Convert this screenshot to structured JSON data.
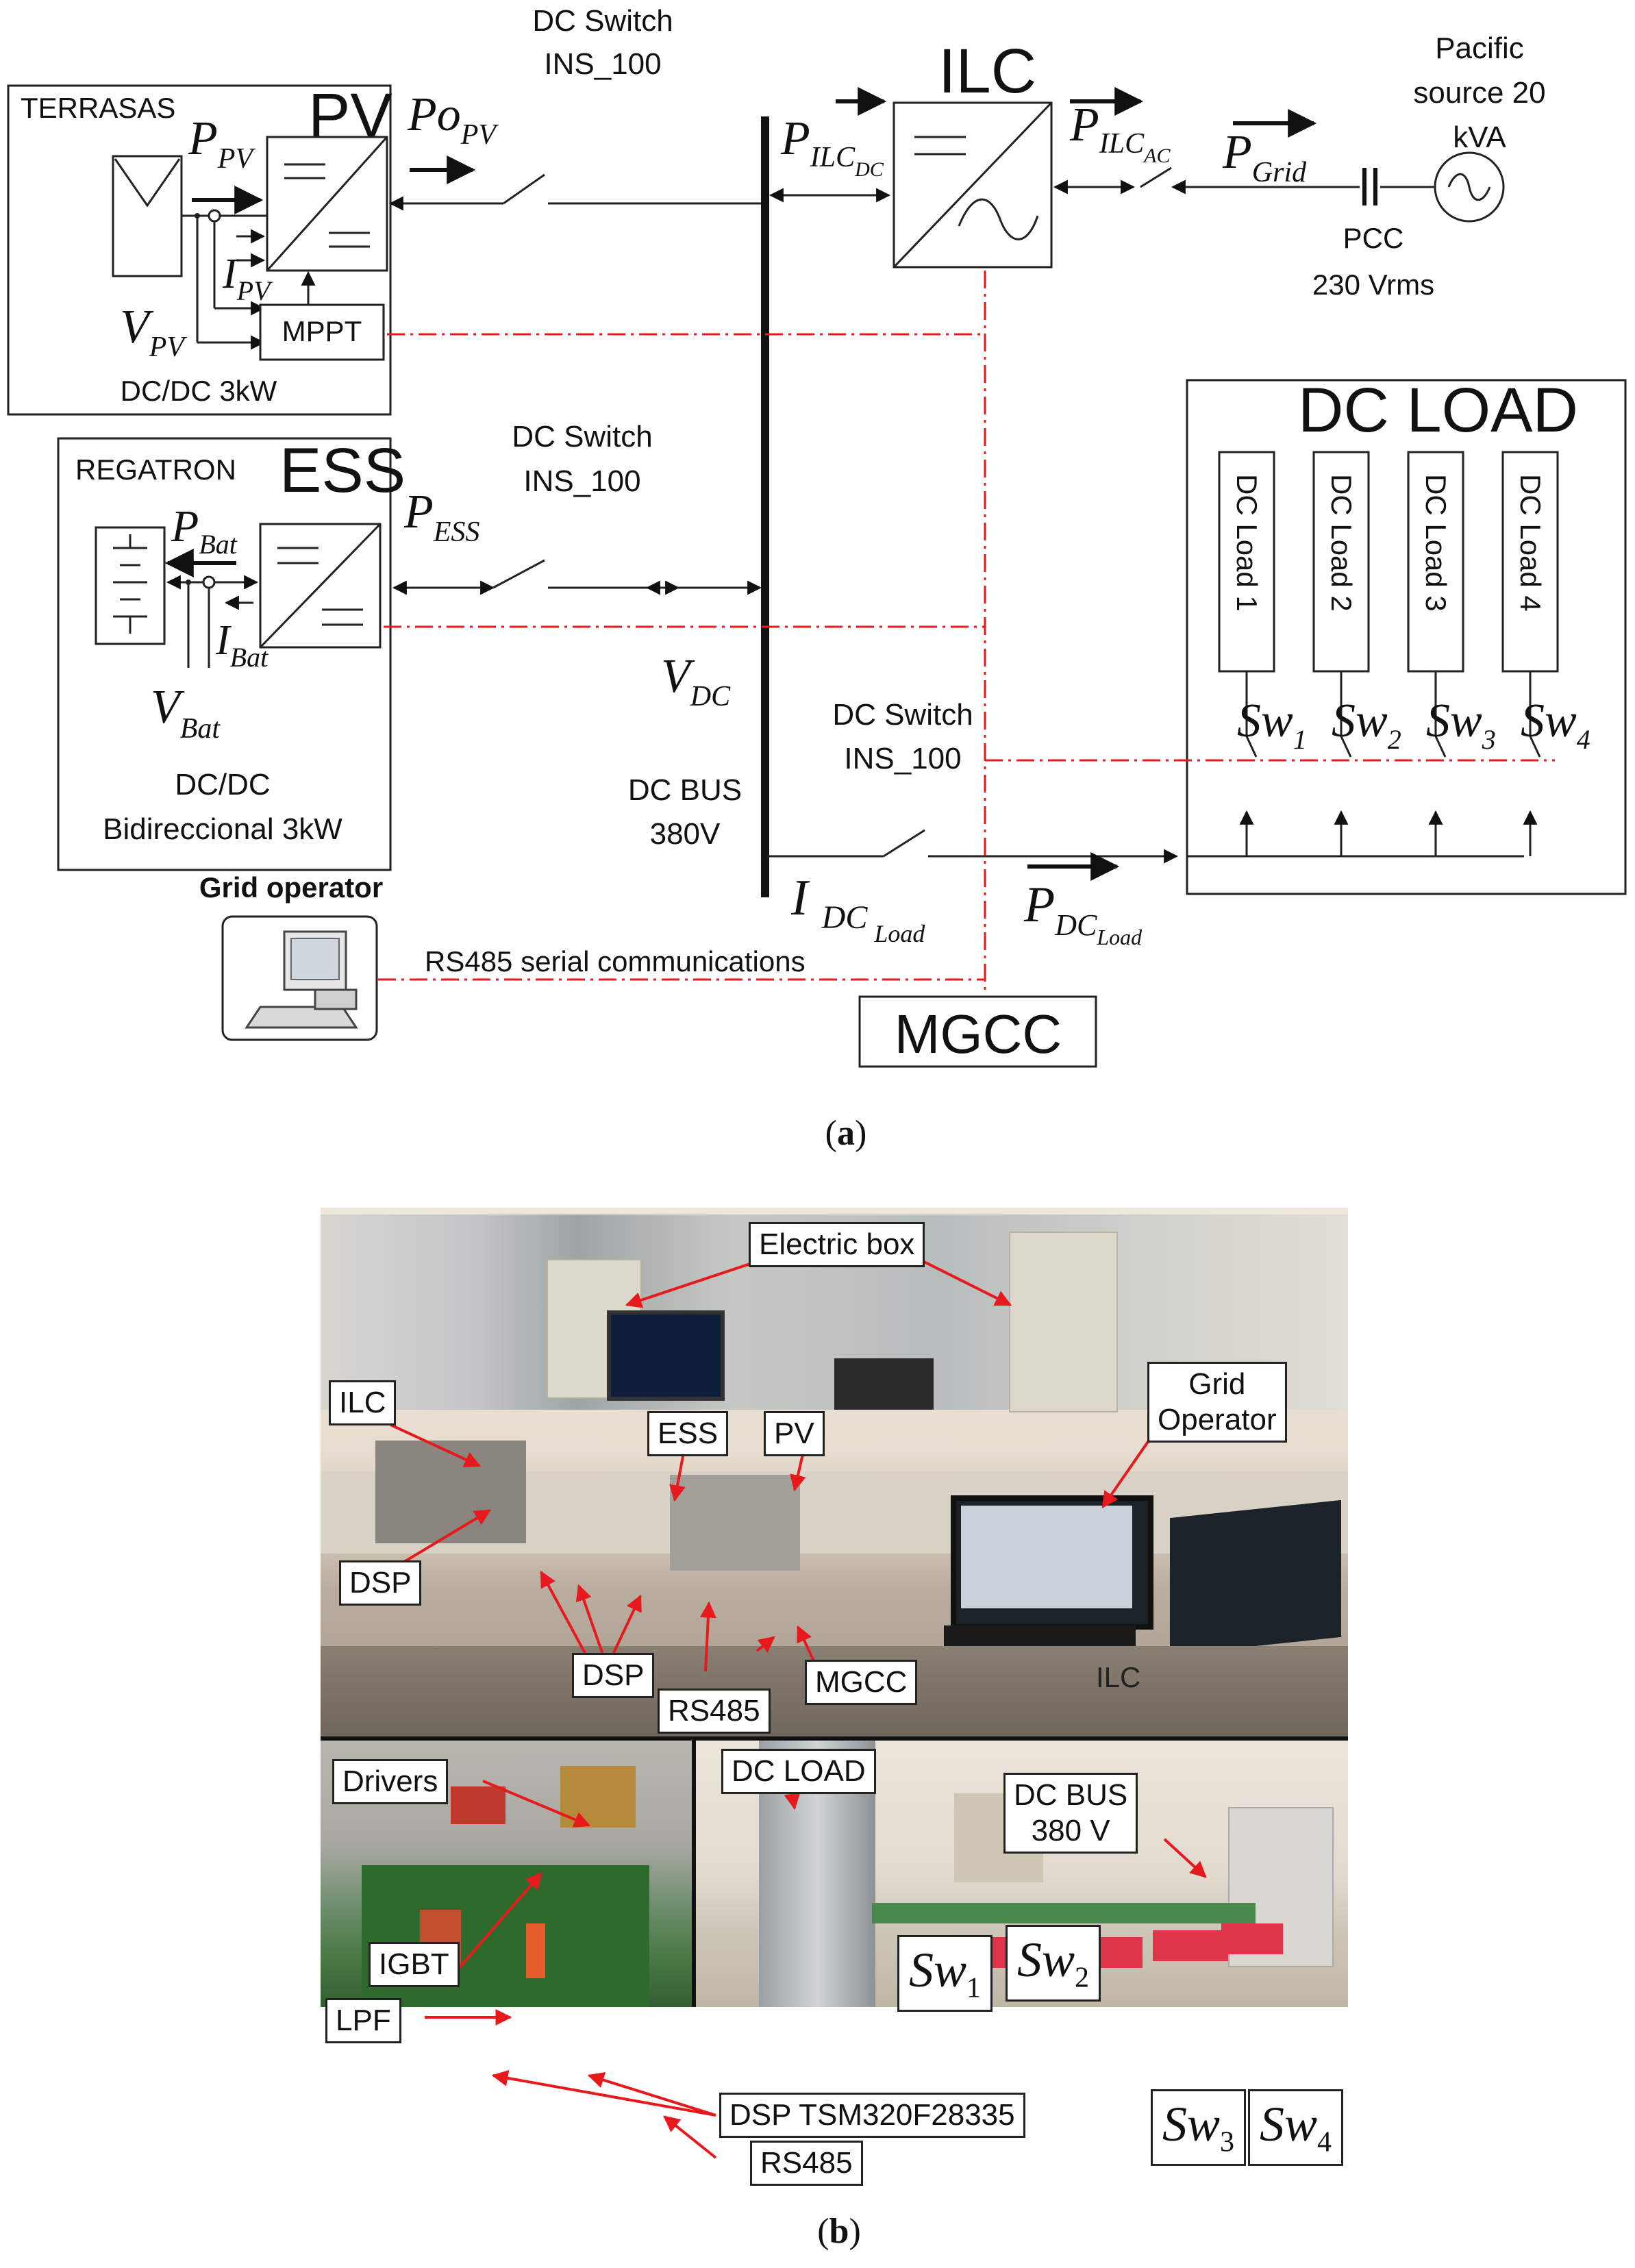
{
  "diagram": {
    "pv": {
      "location": "TERRASAS",
      "title": "PV",
      "converter": "DC/DC 3kW",
      "mppt": "MPPT",
      "p_sym": "P",
      "p_sub": "PV",
      "i_sym": "I",
      "i_sub": "PV",
      "v_sym": "V",
      "v_sub": "PV",
      "po_sym": "Po",
      "po_sub": "PV"
    },
    "ess": {
      "maker": "REGATRON",
      "title": "ESS",
      "converter_line1": "DC/DC",
      "converter_line2": "Bidireccional 3kW",
      "p_sym": "P",
      "p_sub": "Bat",
      "i_sym": "I",
      "i_sub": "Bat",
      "v_sym": "V",
      "v_sub": "Bat",
      "pess_sym": "P",
      "pess_sub": "ESS"
    },
    "dc_switches": [
      {
        "line1": "DC Switch",
        "line2": "INS_100"
      },
      {
        "line1": "DC Switch",
        "line2": "INS_100"
      },
      {
        "line1": "DC Switch",
        "line2": "INS_100"
      }
    ],
    "ilc": {
      "title": "ILC",
      "pdc_sym": "P",
      "pdc_sub": "ILC",
      "pdc_subsub": "DC",
      "pac_sym": "P",
      "pac_sub": "ILC",
      "pac_subsub": "AC"
    },
    "grid": {
      "p_sym": "P",
      "p_sub": "Grid",
      "source_line1": "Pacific",
      "source_line2": "source 20",
      "source_line3": "kVA",
      "pcc": "PCC",
      "pcc_voltage": "230 Vrms"
    },
    "dc_bus": {
      "v_sym": "V",
      "v_sub": "DC",
      "label_line1": "DC BUS",
      "label_line2": "380V",
      "i_sym": "I",
      "i_sub": "DC",
      "i_subsub": "Load",
      "p_sym": "P",
      "p_sub": "DC",
      "p_subsub": "Load"
    },
    "dc_load": {
      "title": "DC LOAD",
      "loads": [
        "DC Load 1",
        "DC Load 2",
        "DC Load 3",
        "DC Load 4"
      ],
      "switches": [
        {
          "sym": "Sw",
          "sub": "1"
        },
        {
          "sym": "Sw",
          "sub": "2"
        },
        {
          "sym": "Sw",
          "sub": "3"
        },
        {
          "sym": "Sw",
          "sub": "4"
        }
      ]
    },
    "grid_operator": "Grid operator",
    "rs485": "RS485 serial communications",
    "mgcc": "MGCC",
    "caption_a": "a"
  },
  "photo": {
    "labels": {
      "electric_box": "Electric box",
      "ilc": "ILC",
      "ess": "ESS",
      "pv": "PV",
      "grid_operator_line1": "Grid",
      "grid_operator_line2": "Operator",
      "dsp_1": "DSP",
      "dsp_2": "DSP",
      "rs485_top": "RS485",
      "mgcc": "MGCC",
      "drivers": "Drivers",
      "igbt": "IGBT",
      "lpf": "LPF",
      "dsp_chip": "DSP TSM320F28335",
      "rs485_bottom": "RS485",
      "dc_load": "DC LOAD",
      "dc_bus_line1": "DC BUS",
      "dc_bus_line2": "380 V",
      "sw1_sym": "Sw",
      "sw1_sub": "1",
      "sw2_sym": "Sw",
      "sw2_sub": "2",
      "sw3_sym": "Sw",
      "sw3_sub": "3",
      "sw4_sym": "Sw",
      "sw4_sub": "4",
      "stray_ilc": "ILC"
    },
    "colors": {
      "arrow": "#e8191d",
      "dashdot": "#e8191d"
    },
    "caption_b": "b"
  }
}
